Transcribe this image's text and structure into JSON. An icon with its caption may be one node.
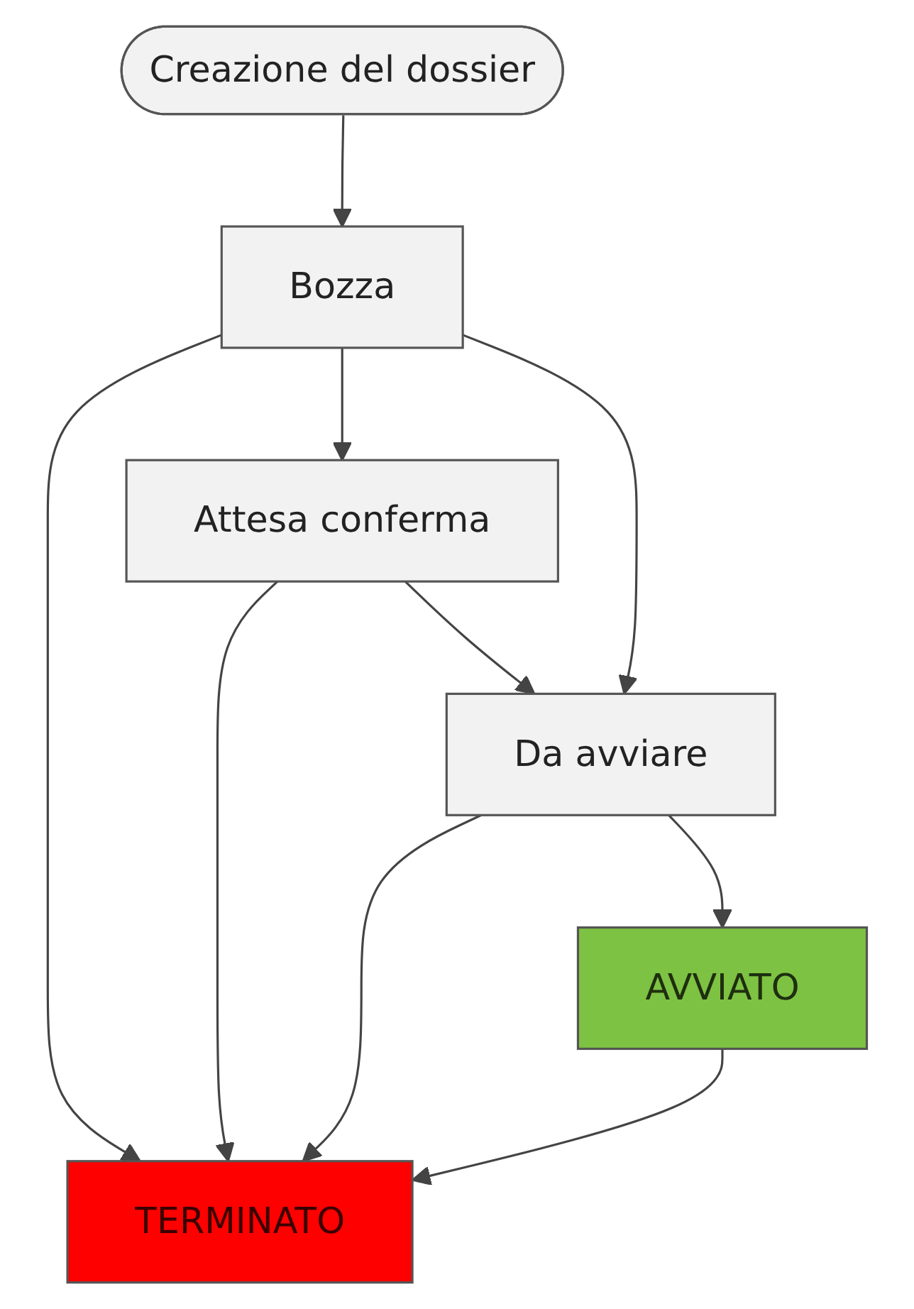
{
  "diagram": {
    "nodes": [
      {
        "text": [
          "Creazione del dossier"
        ]
      },
      {
        "text": [
          "Bozza"
        ]
      },
      {
        "text": [
          "Attesa conferma"
        ]
      },
      {
        "text": [
          "TERMINATO"
        ]
      },
      {
        "text": [
          "Da avviare"
        ]
      },
      {
        "text": [
          "AVVIATO"
        ]
      }
    ],
    "edges": [
      {
        "from": 0,
        "to": 1,
        "arrow": "to"
      },
      {
        "from": 1,
        "to": 3,
        "arrow": "to"
      },
      {
        "from": 1,
        "to": 2,
        "arrow": "to"
      },
      {
        "from": 1,
        "to": 4,
        "arrow": "to"
      },
      {
        "from": 2,
        "to": 3,
        "arrow": "to"
      },
      {
        "from": 2,
        "to": 4,
        "arrow": "to"
      },
      {
        "from": 4,
        "to": 3,
        "arrow": "to"
      },
      {
        "from": 4,
        "to": 5,
        "arrow": "to"
      },
      {
        "from": 5,
        "to": 3,
        "arrow": "to"
      }
    ]
  }
}
